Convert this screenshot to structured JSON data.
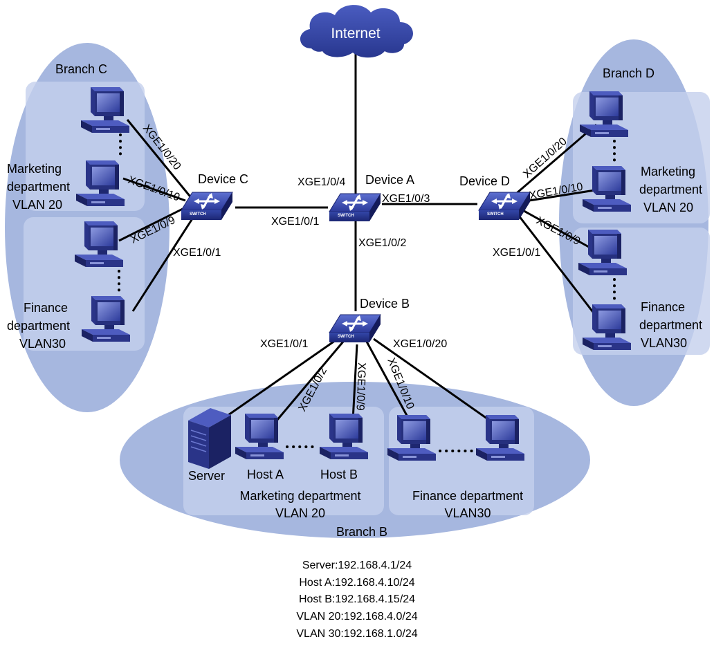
{
  "cloud": {
    "label": "Internet"
  },
  "devices": {
    "a": {
      "label": "Device A",
      "badge": "SWITCH"
    },
    "b": {
      "label": "Device B",
      "badge": "SWITCH"
    },
    "c": {
      "label": "Device C",
      "badge": "SWITCH"
    },
    "d": {
      "label": "Device D",
      "badge": "SWITCH"
    }
  },
  "branches": {
    "b": {
      "label": "Branch B",
      "marketing": {
        "name": "Marketing department",
        "vlan": "VLAN 20"
      },
      "finance": {
        "name": "Finance department",
        "vlan": "VLAN30"
      }
    },
    "c": {
      "label": "Branch C",
      "marketing": {
        "name1": "Marketing",
        "name2": "department",
        "vlan": "VLAN 20"
      },
      "finance": {
        "name1": "Finance",
        "name2": "department",
        "vlan": "VLAN30"
      }
    },
    "d": {
      "label": "Branch D",
      "marketing": {
        "name1": "Marketing",
        "name2": "department",
        "vlan": "VLAN 20"
      },
      "finance": {
        "name1": "Finance",
        "name2": "department",
        "vlan": "VLAN30"
      }
    }
  },
  "hosts": {
    "server": "Server",
    "host_a": "Host A",
    "host_b": "Host B"
  },
  "ports": {
    "a_internet": "XGE1/0/4",
    "a_c": "XGE1/0/1",
    "a_d": "XGE1/0/3",
    "a_b": "XGE1/0/2",
    "c_p20": "XGE1/0/20",
    "c_p10": "XGE1/0/10",
    "c_p9": "XGE1/0/9",
    "c_p1": "XGE1/0/1",
    "d_p20": "XGE1/0/20",
    "d_p10": "XGE1/0/10",
    "d_p9": "XGE1/0/9",
    "d_p1": "XGE1/0/1",
    "b_p1": "XGE1/0/1",
    "b_p2": "XGE1/0/2",
    "b_p9": "XGE1/0/9",
    "b_p10": "XGE1/0/10",
    "b_p20": "XGE1/0/20"
  },
  "addresses": [
    "Server:192.168.4.1/24",
    "Host A:192.168.4.10/24",
    "Host B:192.168.4.15/24",
    "VLAN 20:192.168.4.0/24",
    "VLAN 30:192.168.1.0/24"
  ],
  "colors": {
    "branch_fill": "#a6b7df",
    "dept_fill": "#c4d0ec",
    "switch_blue": "#2d3d9e",
    "cloud_blue": "#2d3d9e"
  }
}
